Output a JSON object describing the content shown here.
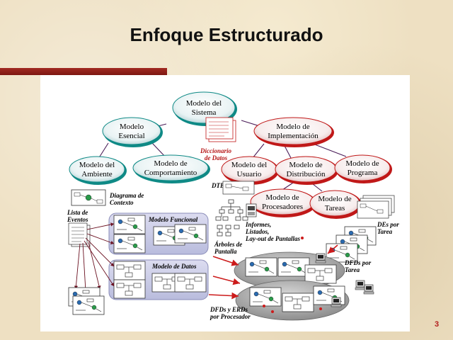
{
  "slide": {
    "title": "Enfoque Estructurado",
    "page_number": "3"
  },
  "diagram": {
    "nodes": {
      "modelo_sistema": [
        "Modelo del",
        "Sistema"
      ],
      "modelo_esencial": [
        "Modelo",
        "Esencial"
      ],
      "modelo_implementacion": [
        "Modelo de",
        "Implementación"
      ],
      "modelo_ambiente": [
        "Modelo del",
        "Ambiente"
      ],
      "modelo_comportamiento": [
        "Modelo de",
        "Comportamiento"
      ],
      "modelo_usuario": [
        "Modelo del",
        "Usuario"
      ],
      "modelo_distribucion": [
        "Modelo de",
        "Distribución"
      ],
      "modelo_programa": [
        "Modelo de",
        "Programa"
      ],
      "modelo_procesadores": [
        "Modelo de",
        "Procesadores"
      ],
      "modelo_tareas": [
        "Modelo de",
        "Tareas"
      ]
    },
    "labels": {
      "diccionario": [
        "Diccionario",
        "de Datos"
      ],
      "diagrama_contexto": [
        "Diagrama de",
        "Contexto"
      ],
      "lista_eventos": [
        "Lista de",
        "Eventos"
      ],
      "modelo_funcional": "Modelo Funcional",
      "modelo_datos": "Modelo de Datos",
      "dte": "DTE",
      "informes": [
        "Informes,",
        "Listados,",
        "Lay-out de Pantallas"
      ],
      "arboles": [
        "Árboles de",
        "Pantalla"
      ],
      "des_tarea": [
        "DEs por",
        "Tarea"
      ],
      "dfds_tarea": [
        "DFDs por",
        "Tarea"
      ],
      "dfds_erds": [
        "DFDs y ERDs",
        "por Procesador"
      ]
    },
    "colors": {
      "essential_ellipse": "#0f8a86",
      "implementation_ellipse": "#c01818",
      "panel": "#c9cbe6",
      "processor_disk": "#9a9a9a",
      "red_arrow": "#cc1b1b",
      "label_red": "#b51414"
    }
  }
}
